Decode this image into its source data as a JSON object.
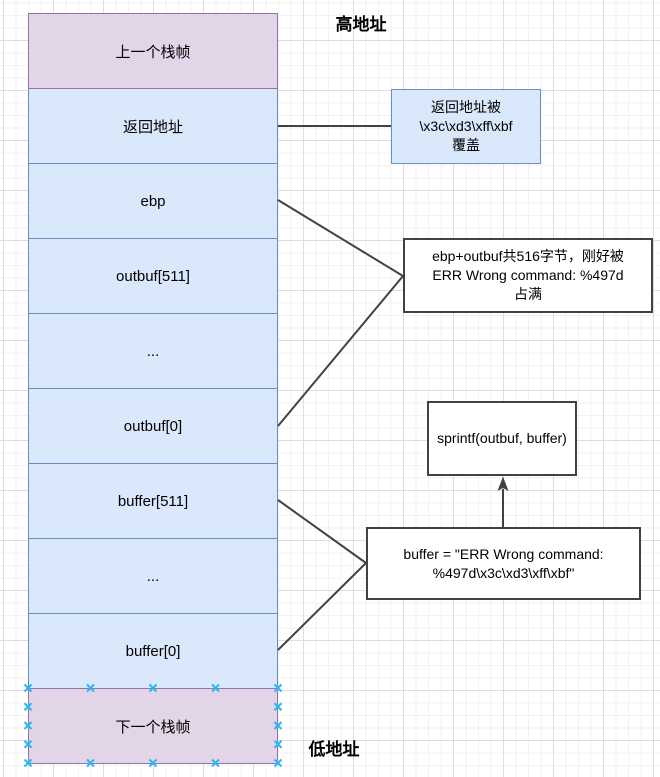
{
  "labels": {
    "high_address": "高地址",
    "low_address": "低地址"
  },
  "stack": {
    "rows": [
      {
        "label": "上一个栈帧",
        "style": "purple"
      },
      {
        "label": "返回地址",
        "style": "blue"
      },
      {
        "label": "ebp",
        "style": "blue"
      },
      {
        "label": "outbuf[511]",
        "style": "blue"
      },
      {
        "label": "...",
        "style": "blue"
      },
      {
        "label": "outbuf[0]",
        "style": "blue"
      },
      {
        "label": "buffer[511]",
        "style": "blue"
      },
      {
        "label": "...",
        "style": "blue"
      },
      {
        "label": "buffer[0]",
        "style": "blue"
      },
      {
        "label": "下一个栈帧",
        "style": "purple",
        "selected": true
      }
    ]
  },
  "notes": {
    "return_overwrite": "返回地址被\n\\x3c\\xd3\\xff\\xbf\n覆盖",
    "fill_516": "ebp+outbuf共516字节，刚好被\nERR Wrong command: %497d\n占满",
    "sprintf_call": "sprintf(outbuf, buffer)",
    "buffer_value": "buffer = \"ERR Wrong command:\n%497d\\x3c\\xd3\\xff\\xbf\""
  },
  "colors": {
    "purple_fill": "#E1D5E7",
    "purple_stroke": "#9673A6",
    "blue_fill": "#DAE8FC",
    "blue_stroke": "#6C8EBF",
    "white_box_stroke": "#424242",
    "connector_line": "#424242",
    "selection_marker": "#29B6F2"
  },
  "icons": {
    "selection_marker": "x-cross",
    "arrowhead": "up-triangle"
  }
}
